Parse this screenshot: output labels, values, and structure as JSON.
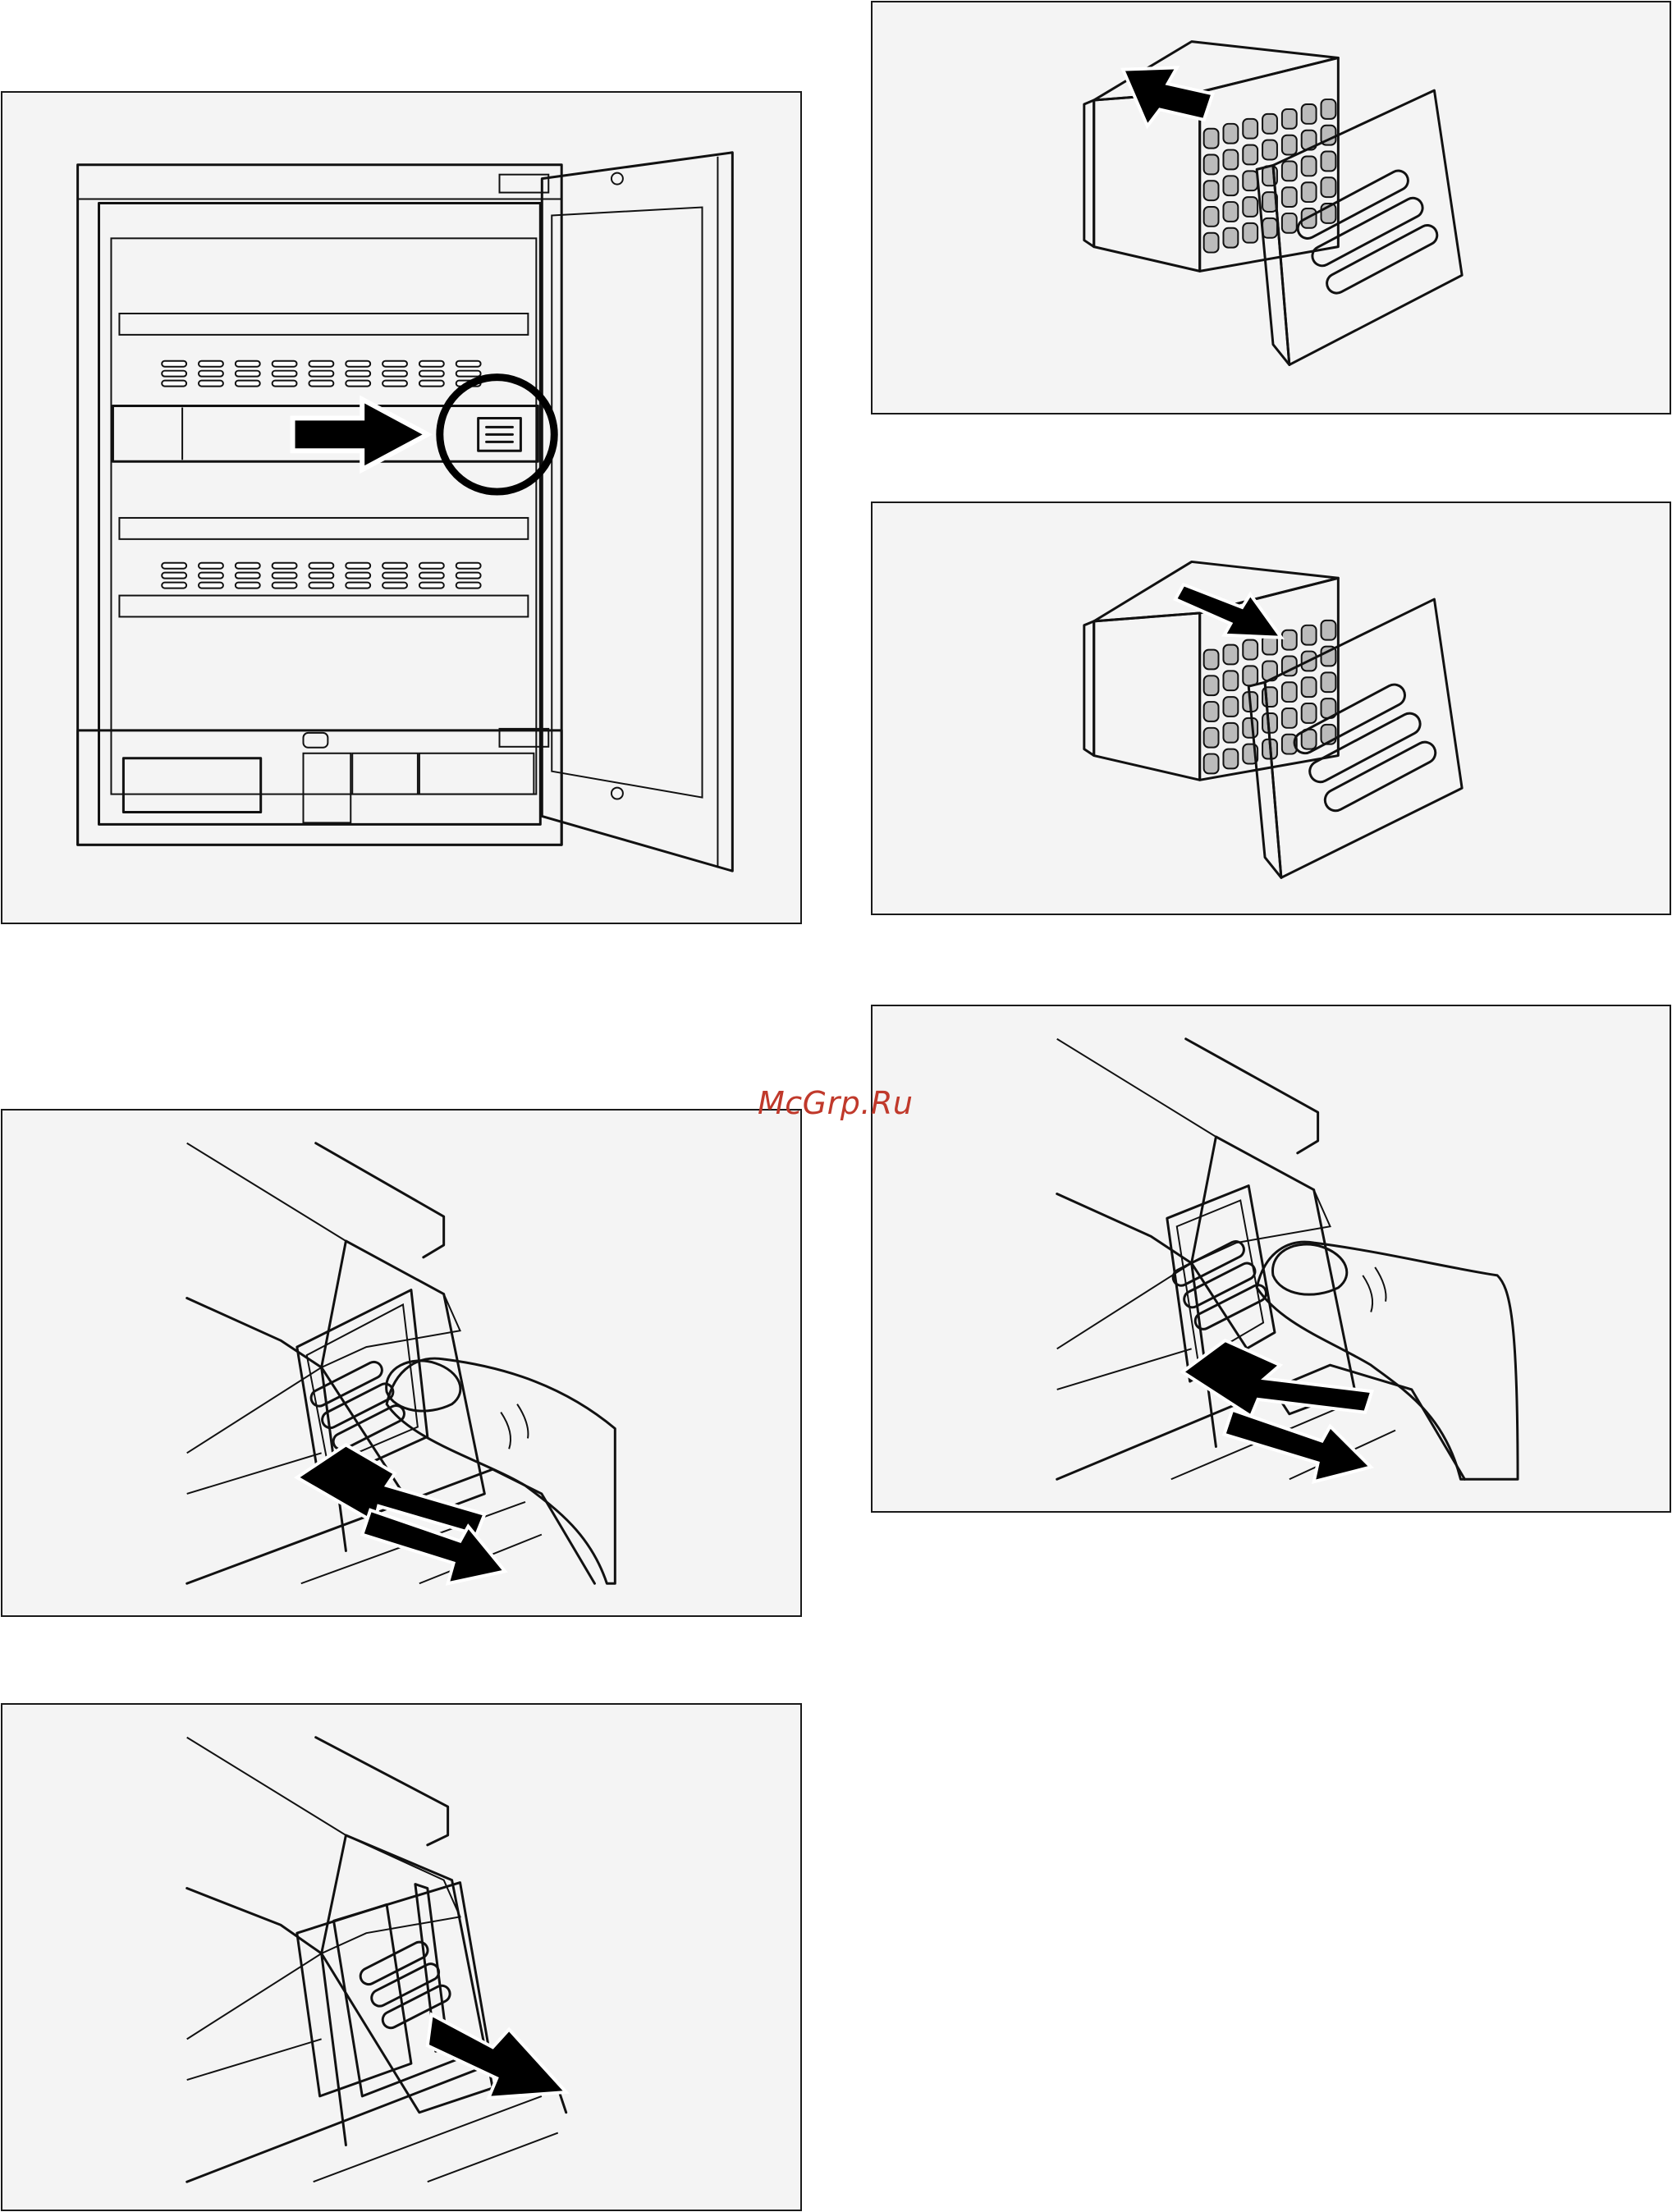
{
  "watermark": {
    "text": "McGrp.Ru"
  },
  "colors": {
    "panel_bg": "#f4f4f4",
    "line": "#111111",
    "part_gray": "#c8c8c8",
    "slot_gray": "#8a8a8a",
    "watermark": "#c0392b"
  },
  "figures": [
    {
      "id": "fridge-overview",
      "icons": [
        "open-door-icon",
        "highlight-circle-icon",
        "arrow-right-icon"
      ]
    },
    {
      "id": "filter-remove",
      "icons": [
        "filter-cartridge-icon",
        "arrow-out-icon"
      ]
    },
    {
      "id": "filter-insert",
      "icons": [
        "filter-cartridge-icon",
        "arrow-in-icon"
      ]
    },
    {
      "id": "press-cover-right",
      "icons": [
        "finger-icon",
        "double-arrow-icon"
      ]
    },
    {
      "id": "press-cover-left",
      "icons": [
        "finger-icon",
        "double-arrow-icon"
      ]
    },
    {
      "id": "cover-pull-out",
      "icons": [
        "filter-cover-icon",
        "arrow-out-icon"
      ]
    }
  ]
}
